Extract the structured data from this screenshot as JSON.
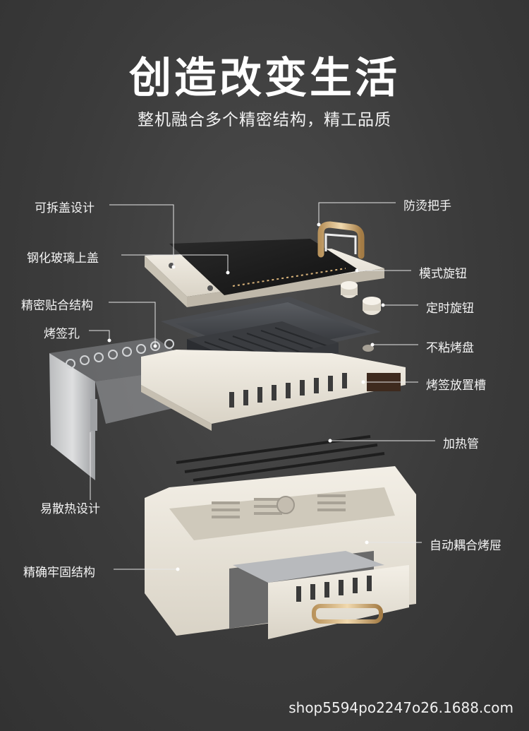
{
  "title": "创造改变生活",
  "subtitle": "整机融合多个精密结构，精工品质",
  "callouts": {
    "detachable_lid": "可拆盖设计",
    "tempered_glass_lid": "钢化玻璃上盖",
    "precise_fit": "精密贴合结构",
    "skewer_holes": "烤签孔",
    "heat_dissipation": "易散热设计",
    "sturdy_structure": "精确牢固结构",
    "heatproof_handle": "防烫把手",
    "mode_knob": "模式旋钮",
    "timer_knob": "定时旋钮",
    "nonstick_pan": "不粘烤盘",
    "skewer_slot": "烤签放置槽",
    "heating_tube": "加热管",
    "auto_drawer": "自动耦合烤屉"
  },
  "footer": "shop5594po2247o26.1688.com"
}
